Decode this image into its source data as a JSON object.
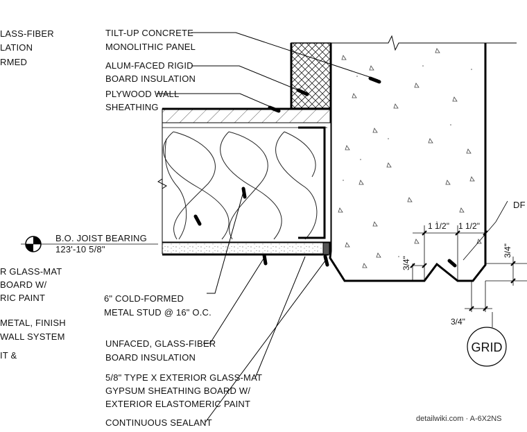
{
  "labels": {
    "tilt_up_1": "TILT-UP CONCRETE",
    "tilt_up_2": "MONOLITHIC PANEL",
    "alum_1": "ALUM-FACED RIGID",
    "alum_2": "BOARD INSULATION",
    "plywood_1": "PLYWOOD WALL",
    "plywood_2": "SHEATHING",
    "joist_1": "B.O. JOIST BEARING",
    "joist_2": "123'-10 5/8\"",
    "stud_1": "6\" COLD-FORMED",
    "stud_2": "METAL STUD @ 16\" O.C.",
    "unfaced_1": "UNFACED, GLASS-FIBER",
    "unfaced_2": "BOARD INSULATION",
    "gyp_1": "5/8\" TYPE X EXTERIOR GLASS-MAT",
    "gyp_2": "GYPSUM SHEATHING BOARD W/",
    "gyp_3": "EXTERIOR ELASTOMERIC PAINT",
    "sealant": "CONTINUOUS SEALANT",
    "left_1": "LASS-FIBER",
    "left_2": "LATION",
    "left_3": "RMED",
    "left_4": "R GLASS-MAT",
    "left_5": "BOARD W/",
    "left_6": "RIC PAINT",
    "left_7": "METAL, FINISH",
    "left_8": "WALL SYSTEM",
    "left_9": "IT &",
    "right_cut": "DF"
  },
  "dimensions": {
    "d1": "1 1/2\"",
    "d2": "1 1/2\"",
    "d3": "3/4\"",
    "d4": "3/4\"",
    "d5": "3/4\""
  },
  "grid_label": "GRID",
  "watermark": "detailwiki.com · A-6X2NS"
}
